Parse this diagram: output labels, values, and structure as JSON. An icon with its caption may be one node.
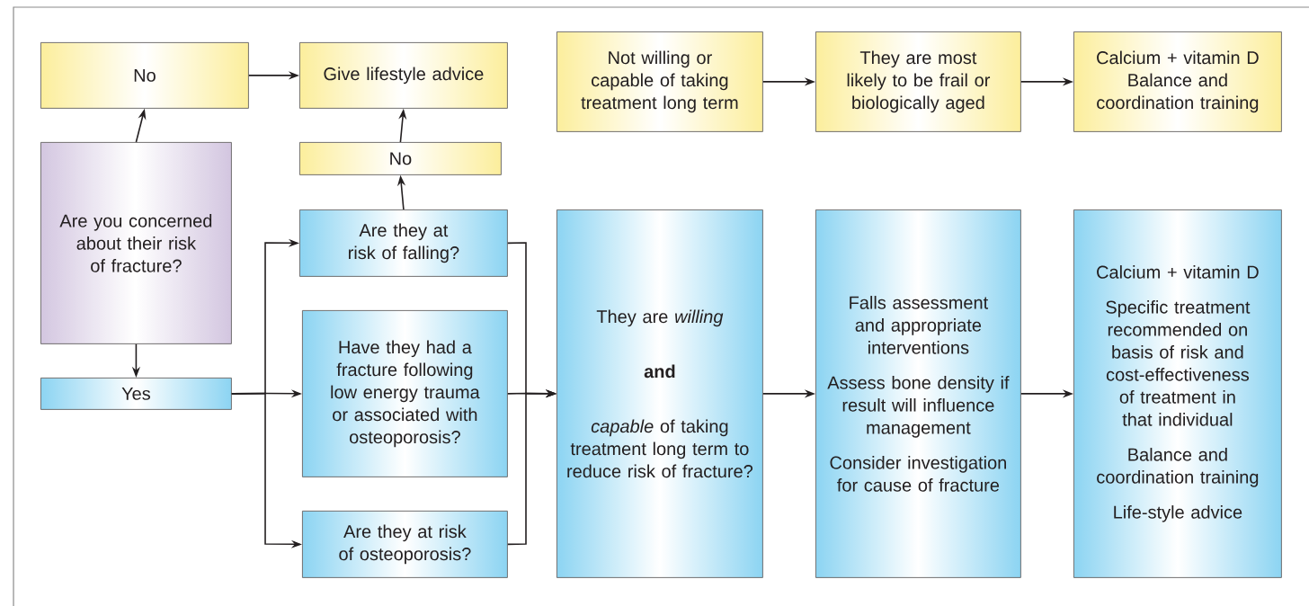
{
  "diagram": {
    "nodes": [
      {
        "text": [
          "No"
        ]
      },
      {
        "text": [
          "Give lifestyle advice"
        ]
      },
      {
        "text": [
          "Not willing or capable of taking treatment long term"
        ]
      },
      {
        "text": [
          "They are most likely to be frail or biologically aged"
        ]
      },
      {
        "text": [
          "Calcium + vitamin D",
          "Balance and coordination training"
        ]
      },
      {
        "text": [
          "Are you concerned about their risk of fracture?"
        ]
      },
      {
        "text": [
          "No"
        ]
      },
      {
        "text": [
          "Are they at risk of falling?"
        ]
      },
      {
        "text": [
          "Yes"
        ]
      },
      {
        "text": [
          "Have they had a fracture following low energy trauma or associated with osteoporosis?"
        ]
      },
      {
        "text": [
          "Are they at risk of osteoporosis?"
        ]
      },
      {
        "text": [
          "They are *willing*",
          "and",
          "*capable* of taking treatment long term to reduce risk of fracture?"
        ]
      },
      {
        "text": [
          "Falls assessment and appropriate interventions",
          "Assess bone density if result will influence management",
          "Consider investigation for cause of fracture"
        ]
      },
      {
        "text": [
          "Calcium + vitamin D",
          "Specific treatment recommended on basis of risk and cost-effectiveness of treatment in that individual",
          "Balance and coordination training",
          "Life-style advice"
        ]
      }
    ],
    "edges": [
      {
        "from": 5,
        "to": 0,
        "arrow": "to"
      },
      {
        "from": 0,
        "to": 1,
        "arrow": "to"
      },
      {
        "from": 6,
        "to": 1,
        "arrow": "to"
      },
      {
        "from": 7,
        "to": 6,
        "arrow": "to"
      },
      {
        "from": 5,
        "to": 8,
        "arrow": "to"
      },
      {
        "from": 8,
        "to": 7,
        "arrow": "to"
      },
      {
        "from": 8,
        "to": 9,
        "arrow": "to"
      },
      {
        "from": 8,
        "to": 10,
        "arrow": "to"
      },
      {
        "from": 7,
        "to": 11,
        "arrow": "to"
      },
      {
        "from": 9,
        "to": 11,
        "arrow": "to"
      },
      {
        "from": 10,
        "to": 11,
        "arrow": "to"
      },
      {
        "from": 11,
        "to": 12,
        "arrow": "to"
      },
      {
        "from": 12,
        "to": 13,
        "arrow": "to"
      },
      {
        "from": 2,
        "to": 3,
        "arrow": "to"
      },
      {
        "from": 3,
        "to": 4,
        "arrow": "to"
      }
    ]
  }
}
